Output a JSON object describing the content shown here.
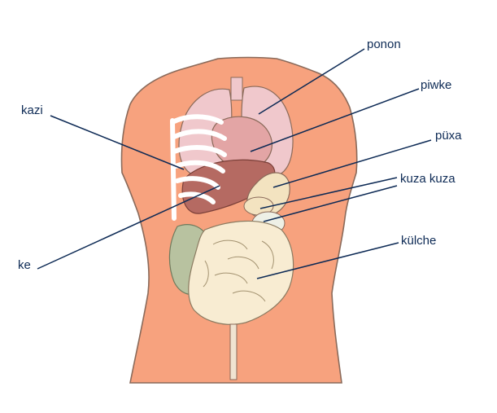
{
  "labels": {
    "ponon": "ponon",
    "piwke": "piwke",
    "kazi": "kazi",
    "puxa": "püxa",
    "kuza_kuza": "kuza kuza",
    "kulche": "külche",
    "ke": "ke"
  },
  "colors": {
    "skin": "#f7a27e",
    "skin_outline": "#8a6a5a",
    "lung": "#f0c8cc",
    "heart": "#e3a5a5",
    "liver": "#b56a62",
    "stomach": "#f3e3c0",
    "small_intestine": "#f8ecd2",
    "large_intestine": "#b8c2a0",
    "ribs": "#ffffff",
    "leader_line": "#0d2a55",
    "label_text": "#0d2a55"
  }
}
